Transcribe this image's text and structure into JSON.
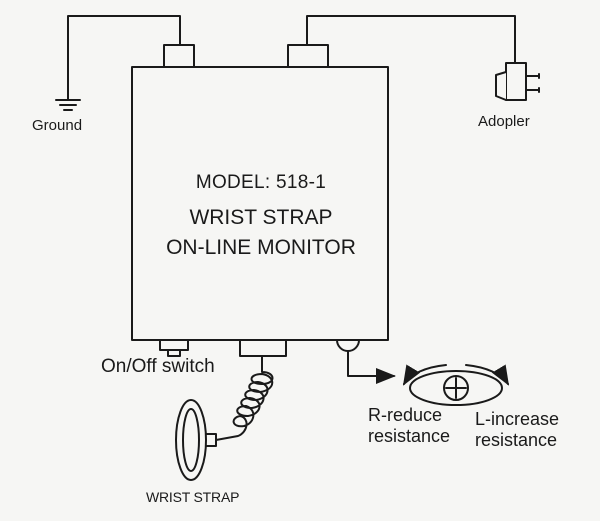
{
  "device": {
    "model": "MODEL: 518-1",
    "product_line_1": "WRIST STRAP",
    "product_line_2": "ON-LINE MONITOR"
  },
  "labels": {
    "ground": "Ground",
    "adapter": "Adopler",
    "on_off_switch": "On/Off switch",
    "wrist_strap": "WRIST STRAP",
    "reduce_line_1": "R-reduce",
    "reduce_line_2": "resistance",
    "increase_line_1": "L-increase",
    "increase_line_2": "resistance"
  },
  "icons": {
    "ground": "ground-symbol-icon",
    "adapter": "power-plug-icon",
    "knob": "adjustment-knob-icon"
  },
  "colors": {
    "line": "#1a1a1a",
    "background": "#f6f6f4"
  }
}
